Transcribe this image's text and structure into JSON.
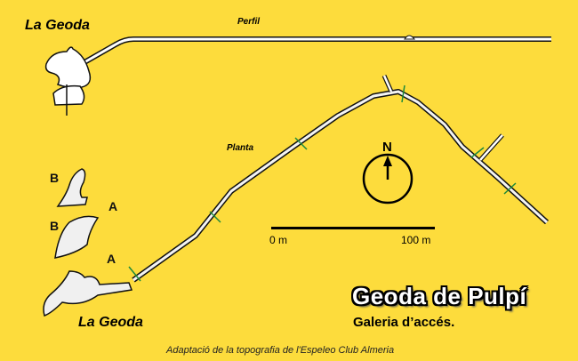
{
  "map": {
    "title": "Geoda de Pulpí",
    "subtitle": "Galeria d’accés.",
    "credit": "Adaptació de la topografia de l'Espeleo Club Almeria",
    "profile_section": {
      "label": "Perfil",
      "cave_label": "La Geoda"
    },
    "plan_section": {
      "label": "Planta",
      "cave_label": "La Geoda"
    },
    "cross_section_labels": [
      "B",
      "A",
      "B",
      "A"
    ],
    "north_arrow": {
      "label": "N"
    },
    "scale_bar": {
      "start_label": "0 m",
      "end_label": "100 m",
      "length_m": 100
    },
    "colors": {
      "background": "#fddc3c",
      "passage_fill": "#ffffff",
      "passage_outline": "#111111",
      "station_marks": "#1e8a3a"
    }
  }
}
